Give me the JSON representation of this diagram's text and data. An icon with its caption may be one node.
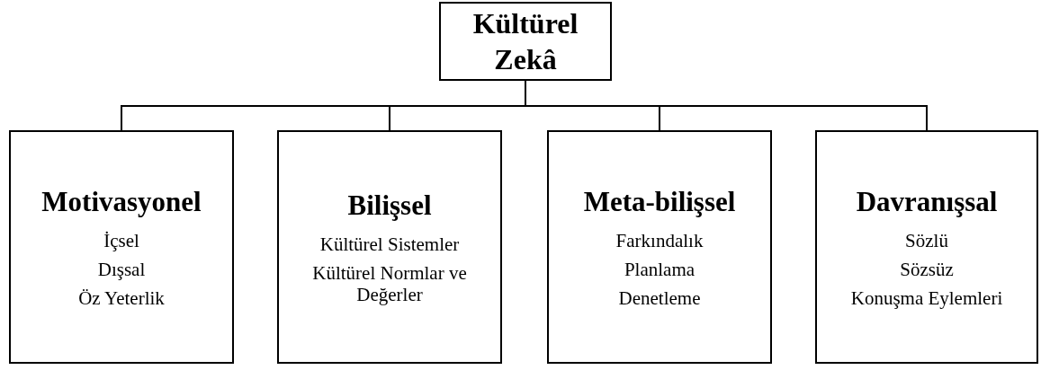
{
  "diagram": {
    "nodes": [
      {
        "text": [
          "Kültürel Zekâ"
        ]
      },
      {
        "text": [
          "Motivasyonel",
          "İçsel",
          "Dışsal",
          "Öz Yeterlik"
        ]
      },
      {
        "text": [
          "Bilişsel",
          "Kültürel Sistemler",
          "Kültürel Normlar ve Değerler"
        ]
      },
      {
        "text": [
          "Meta-bilişsel",
          "Farkındalık",
          "Planlama",
          "Denetleme"
        ]
      },
      {
        "text": [
          "Davranışsal",
          "Sözlü",
          "Sözsüz",
          "Konuşma Eylemleri"
        ]
      }
    ],
    "edges": [
      {
        "from": 0,
        "to": 1,
        "arrow": "none"
      },
      {
        "from": 0,
        "to": 2,
        "arrow": "none"
      },
      {
        "from": 0,
        "to": 3,
        "arrow": "none"
      },
      {
        "from": 0,
        "to": 4,
        "arrow": "none"
      }
    ]
  }
}
